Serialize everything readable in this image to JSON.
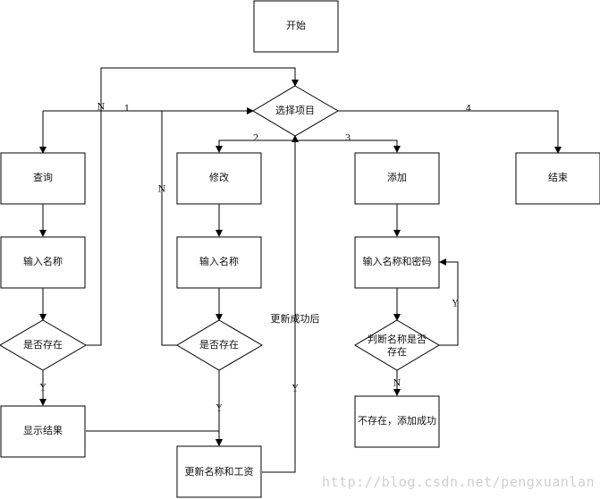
{
  "nodes": {
    "start": "开始",
    "select": "选择项目",
    "query": "查询",
    "query_input": "输入名称",
    "query_exists": "是否存在",
    "show_result": "显示结果",
    "modify": "修改",
    "modify_input": "输入名称",
    "modify_exists": "是否存在",
    "update": "更新名称和工资",
    "add": "添加",
    "add_input": "输入名称和密码",
    "add_exists_line1": "判断名称是否",
    "add_exists_line2": "存在",
    "add_success": "不存在，添加成功",
    "end": "结束"
  },
  "edge_labels": {
    "opt1": "1",
    "opt2": "2",
    "opt3": "3",
    "opt4": "4",
    "query_no": "N",
    "query_yes": "Y",
    "modify_no": "N",
    "modify_yes": "Y",
    "update_done": "更新成功后",
    "update_yes": "Y",
    "add_yes": "Y",
    "add_no": "N"
  },
  "watermark": "http://blog.csdn.net/pengxuanlan"
}
